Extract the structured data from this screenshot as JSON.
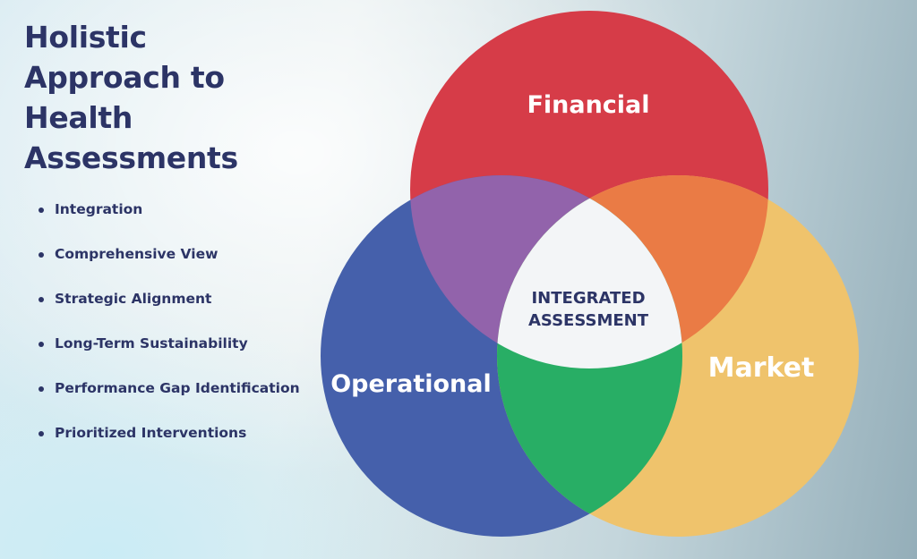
{
  "title": "Holistic Approach to Health Assessments",
  "bullets": [
    "Integration",
    "Comprehensive View",
    "Strategic Alignment",
    "Long-Term Sustainability",
    "Performance Gap Identification",
    "Prioritized Interventions"
  ],
  "venn": {
    "circles": [
      {
        "label": "Financial",
        "color": "#d63c48"
      },
      {
        "label": "Operational",
        "color": "#4560ab"
      },
      {
        "label": "Market",
        "color": "#efc36c"
      }
    ],
    "overlaps": {
      "financial_operational": "#9263ab",
      "financial_market": "#ea7b45",
      "operational_market": "#28ae65"
    },
    "center": {
      "line1": "INTEGRATED",
      "line2": "ASSESSMENT",
      "color": "#f3f5f7"
    }
  }
}
